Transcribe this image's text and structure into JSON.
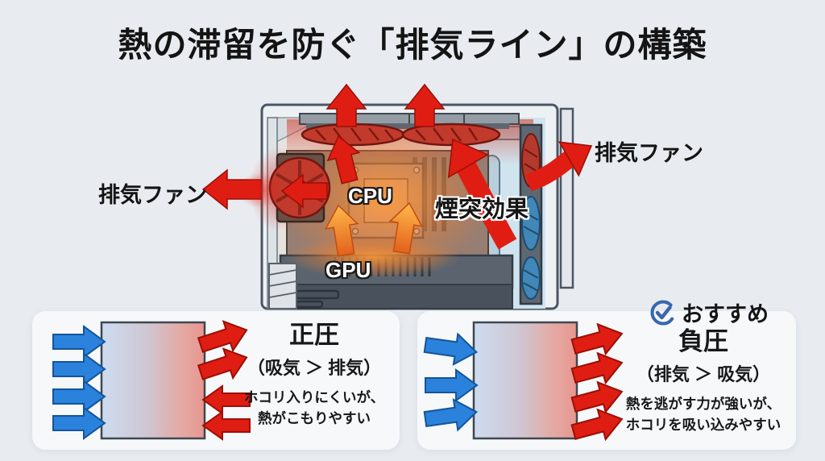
{
  "title": "熱の滞留を防ぐ「排気ライン」の構築",
  "case_diagram": {
    "cpu_label": "CPU",
    "gpu_label": "GPU",
    "chimney_effect_label": "煙突効果",
    "left_exhaust_fan_label": "排気ファン",
    "right_exhaust_fan_label": "排気ファン"
  },
  "pressure_panels": {
    "positive": {
      "name": "正圧",
      "formula": "（吸気 ＞ 排気）",
      "description_line1": "ホコリ入りにくいが、",
      "description_line2": "熱がこもりやすい"
    },
    "negative": {
      "recommended_badge": "おすすめ",
      "name": "負圧",
      "formula": "（排気 ＞ 吸気）",
      "description_line1": "熱を逃がす力が強いが、",
      "description_line2": "ホコリを吸い込みやすい"
    }
  },
  "colors": {
    "exhaust_red": "#e01d12",
    "intake_blue": "#2a82dc",
    "heat_orange": "#f59b2a",
    "badge_blue": "#3a66ae",
    "background": "#e8ecf1"
  }
}
